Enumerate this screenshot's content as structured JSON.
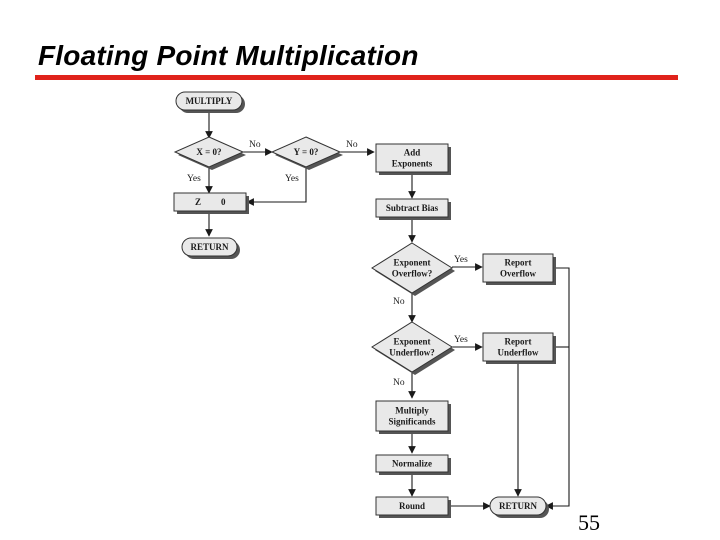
{
  "title": "Floating Point Multiplication",
  "page_number": "55",
  "colors": {
    "title_rule": "#e0221b",
    "node_fill": "#e9e9e9",
    "node_shadow": "#555555",
    "node_stroke": "#333333",
    "line": "#1a1a1a"
  },
  "diagram": {
    "nodes": {
      "multiply": "MULTIPLY",
      "x_zero": "X = 0?",
      "y_zero": "Y = 0?",
      "z_zero_a": "Z",
      "z_zero_b": "0",
      "return_left": "RETURN",
      "add_exponents": [
        "Add",
        "Exponents"
      ],
      "subtract_bias": "Subtract Bias",
      "exponent_overflow": [
        "Exponent",
        "Overflow?"
      ],
      "report_overflow": [
        "Report",
        "Overflow"
      ],
      "exponent_underflow": [
        "Exponent",
        "Underflow?"
      ],
      "report_underflow": [
        "Report",
        "Underflow"
      ],
      "multiply_significands": [
        "Multiply",
        "Significands"
      ],
      "normalize": "Normalize",
      "round": "Round",
      "return_right": "RETURN"
    },
    "edge_labels": {
      "x_no": "No",
      "x_yes": "Yes",
      "y_no": "No",
      "y_yes": "Yes",
      "overflow_yes": "Yes",
      "overflow_no": "No",
      "underflow_yes": "Yes",
      "underflow_no": "No"
    }
  }
}
